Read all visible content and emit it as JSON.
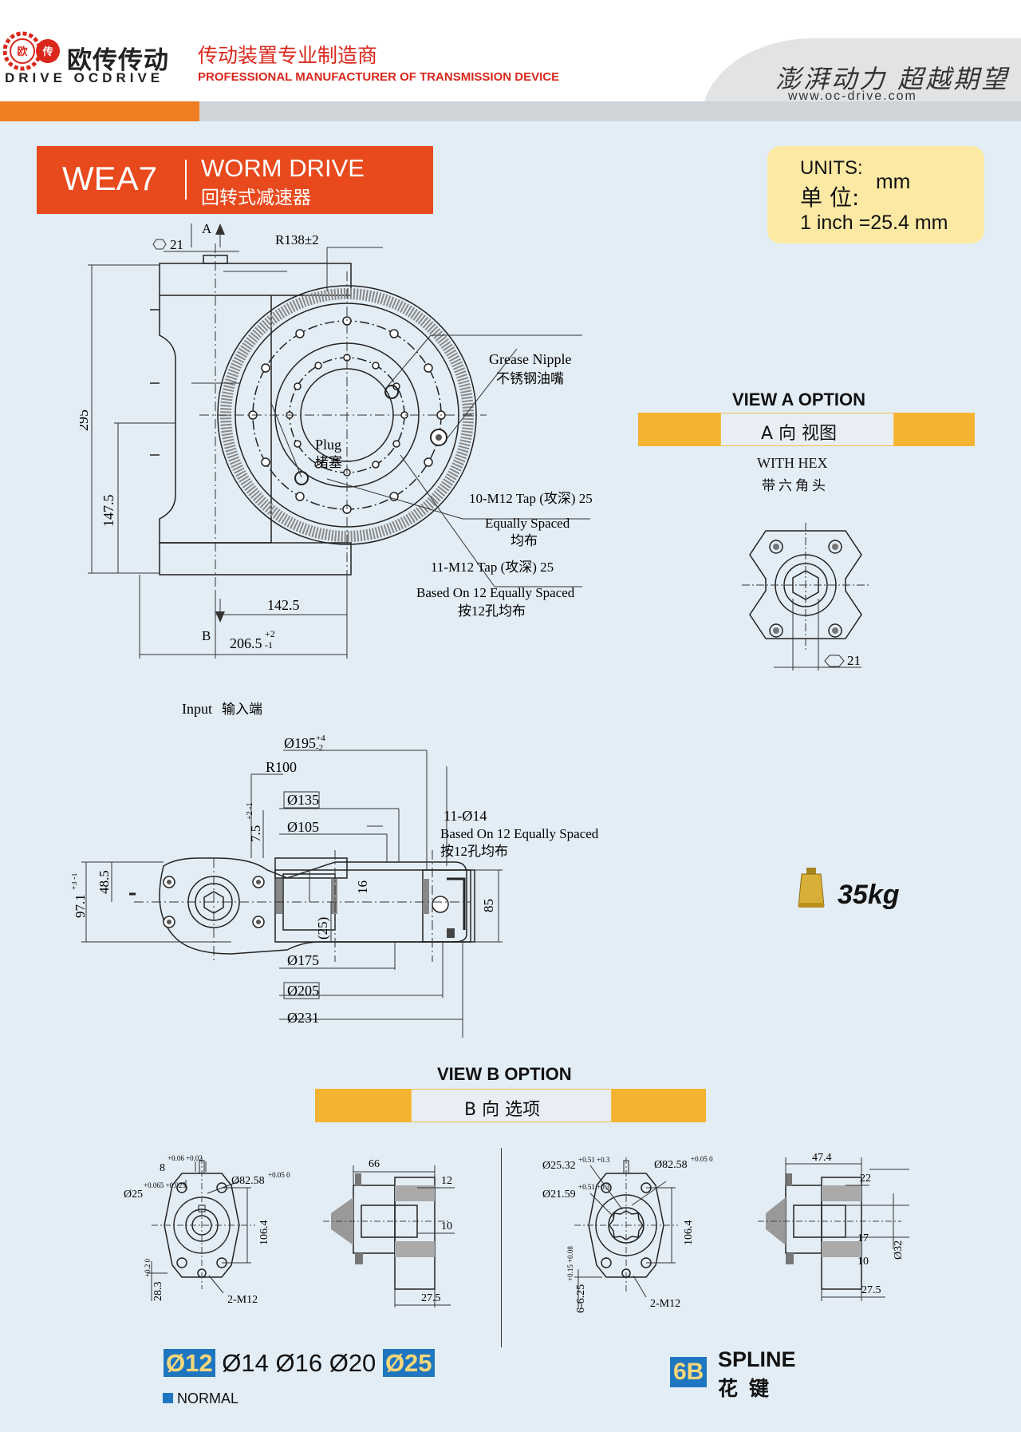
{
  "header": {
    "logo_badge": "欧",
    "logo_badge2": "传",
    "logo_cn": "欧传传动",
    "logo_en": "DRIVE OCDRIVE",
    "slogan_cn": "传动装置专业制造商",
    "slogan_en": "PROFESSIONAL MANUFACTURER OF TRANSMISSION DEVICE",
    "motto": "澎湃动力 超越期望",
    "url": "www.oc-drive.com"
  },
  "title": {
    "model": "WEA7",
    "name_en": "WORM DRIVE",
    "name_cn": "回转式减速器"
  },
  "units": {
    "label_en": "UNITS:",
    "label_cn": "单 位:",
    "value": "mm",
    "inch": "1 inch =25.4 mm"
  },
  "view_a": {
    "title": "VIEW A OPTION",
    "subtitle": "A 向 视图",
    "hex_en": "WITH HEX",
    "hex_cn": "带六角头",
    "hex_size": "21"
  },
  "front_view": {
    "arrow_a": "A",
    "arrow_b": "B",
    "hex": "21",
    "radius": "R138±2",
    "grease_en": "Grease Nipple",
    "grease_cn": "不锈钢油嘴",
    "plug_en": "Plug",
    "plug_cn": "堵塞",
    "tap10": "10-M12 Tap (攻深) 25",
    "tap10_sub_en": "Equally Spaced",
    "tap10_sub_cn": "均布",
    "tap11": "11-M12 Tap (攻深) 25",
    "tap11_sub_en": "Based On 12 Equally Spaced",
    "tap11_sub_cn": "按12孔均布",
    "dim_295": "295",
    "dim_147": "147.5",
    "dim_142": "142.5",
    "dim_206": "206.5",
    "dim_206_tol_up": "+2",
    "dim_206_tol_dn": "-1",
    "input_en": "Input",
    "input_cn": "输入端"
  },
  "side_view": {
    "d195": "Ø195",
    "d195_up": "+4",
    "d195_dn": "-2",
    "r100": "R100",
    "d135": "Ø135",
    "d105": "Ø105",
    "holes": "11-Ø14",
    "holes_sub_en": "Based On 12 Equally Spaced",
    "holes_sub_cn": "按12孔均布",
    "d75": "7.5",
    "d75_tol": "+2 -1",
    "d16": "16",
    "d485": "48.5",
    "d971": "97.1",
    "d971_tol": "+3 -1",
    "d85": "85",
    "d25": "(25)",
    "d175": "Ø175",
    "d205": "Ø205",
    "d231": "Ø231"
  },
  "weight": "35kg",
  "view_b": {
    "title": "VIEW B OPTION",
    "subtitle": "B 向 选项",
    "normal": {
      "d8": "8",
      "d8_tol": "+0.06 +0.02",
      "d25": "Ø25",
      "d25_tol": "+0.065 +0.025",
      "d8258": "Ø82.58",
      "d8258_tol": "+0.05 0",
      "d1064": "106.4",
      "d283": "28.3",
      "d283_tol": "+0.2 0",
      "m12": "2-M12",
      "d66": "66",
      "d12": "12",
      "d10": "10",
      "d275": "27.5"
    },
    "spline": {
      "d2532": "Ø25.32",
      "d2532_tol": "+0.51 +0.3",
      "d2159": "Ø21.59",
      "d2159_tol": "+0.51 +0.3",
      "d8258": "Ø82.58",
      "d8258_tol": "+0.05 0",
      "d1064": "106.4",
      "d625": "6-6.25",
      "d625_tol": "+0.15 +0.08",
      "m12": "2-M12",
      "d474": "47.4",
      "d22": "22",
      "d17": "17",
      "d10": "10",
      "d275": "27.5",
      "d32": "Ø32"
    },
    "sizes": [
      "Ø12",
      "Ø14",
      "Ø16",
      "Ø20",
      "Ø25"
    ],
    "normal_label": "NORMAL",
    "spline_badge": "6B",
    "spline_en": "SPLINE",
    "spline_cn": "花键"
  },
  "colors": {
    "title_red": "#e8491d",
    "accent_orange": "#ef7d22",
    "units_yellow": "#fce9a3",
    "bar_yellow": "#f5b332",
    "badge_blue": "#1e76c0",
    "background": "#e3edf5"
  }
}
